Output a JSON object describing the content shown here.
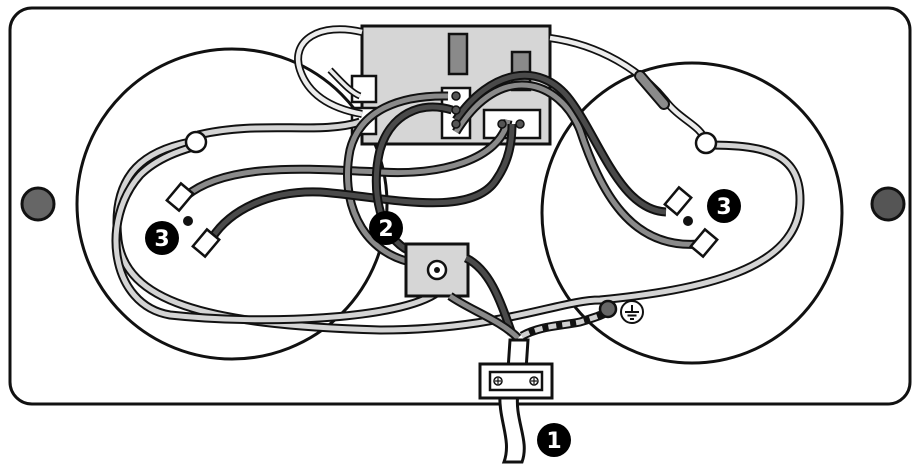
{
  "colors": {
    "background": "#ffffff",
    "outline": "#111111",
    "panel_fill": "#ffffff",
    "box_fill": "#d6d6d6",
    "screw_fill": "#666666",
    "wire_light": "#c4c4c4",
    "wire_mid": "#8a8a8a",
    "wire_dark": "#4a4a4a",
    "wire_earth": "#9c9c9c",
    "callout_fill": "#000000",
    "callout_text": "#ffffff"
  },
  "callouts": [
    {
      "id": "cable-entry",
      "label": "1"
    },
    {
      "id": "junction-terminal",
      "label": "2"
    },
    {
      "id": "lampholder-left",
      "label": "3"
    },
    {
      "id": "lampholder-right",
      "label": "3"
    }
  ],
  "icons": {
    "earth": "earth-ground-icon"
  }
}
